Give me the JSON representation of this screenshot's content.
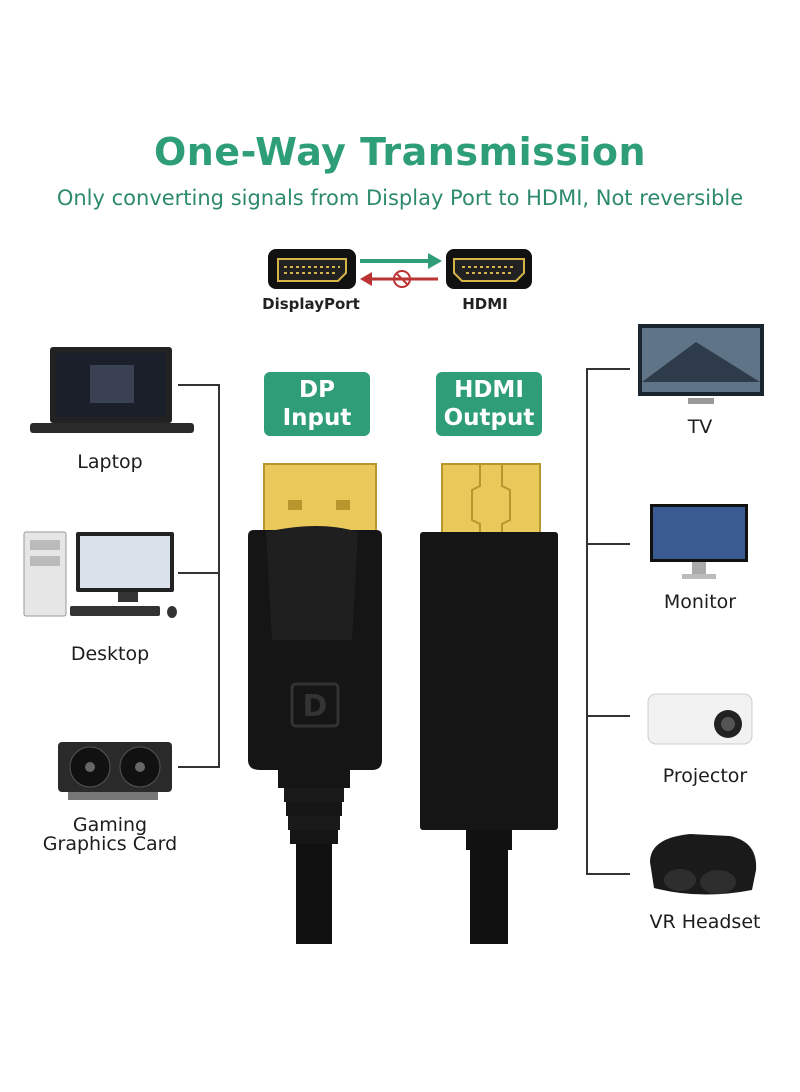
{
  "header": {
    "title": "One-Way Transmission",
    "subtitle": "Only converting signals from Display Port to HDMI, Not reversible"
  },
  "ports": {
    "source": "DisplayPort",
    "target": "HDMI"
  },
  "badges": {
    "dp_line1": "DP",
    "dp_line2": "Input",
    "hdmi_line1": "HDMI",
    "hdmi_line2": "Output"
  },
  "sources": [
    {
      "label": "Laptop",
      "icon": "laptop-icon"
    },
    {
      "label": "Desktop",
      "icon": "desktop-icon"
    },
    {
      "label_line1": "Gaming",
      "label_line2": "Graphics Card",
      "icon": "graphics-card-icon"
    }
  ],
  "displays": [
    {
      "label": "TV",
      "icon": "tv-icon"
    },
    {
      "label": "Monitor",
      "icon": "monitor-icon"
    },
    {
      "label": "Projector",
      "icon": "projector-icon"
    },
    {
      "label": "VR Headset",
      "icon": "vr-headset-icon"
    }
  ],
  "colors": {
    "accent": "#2f9e78",
    "gold": "#e2c14a",
    "connector": "#111111"
  }
}
